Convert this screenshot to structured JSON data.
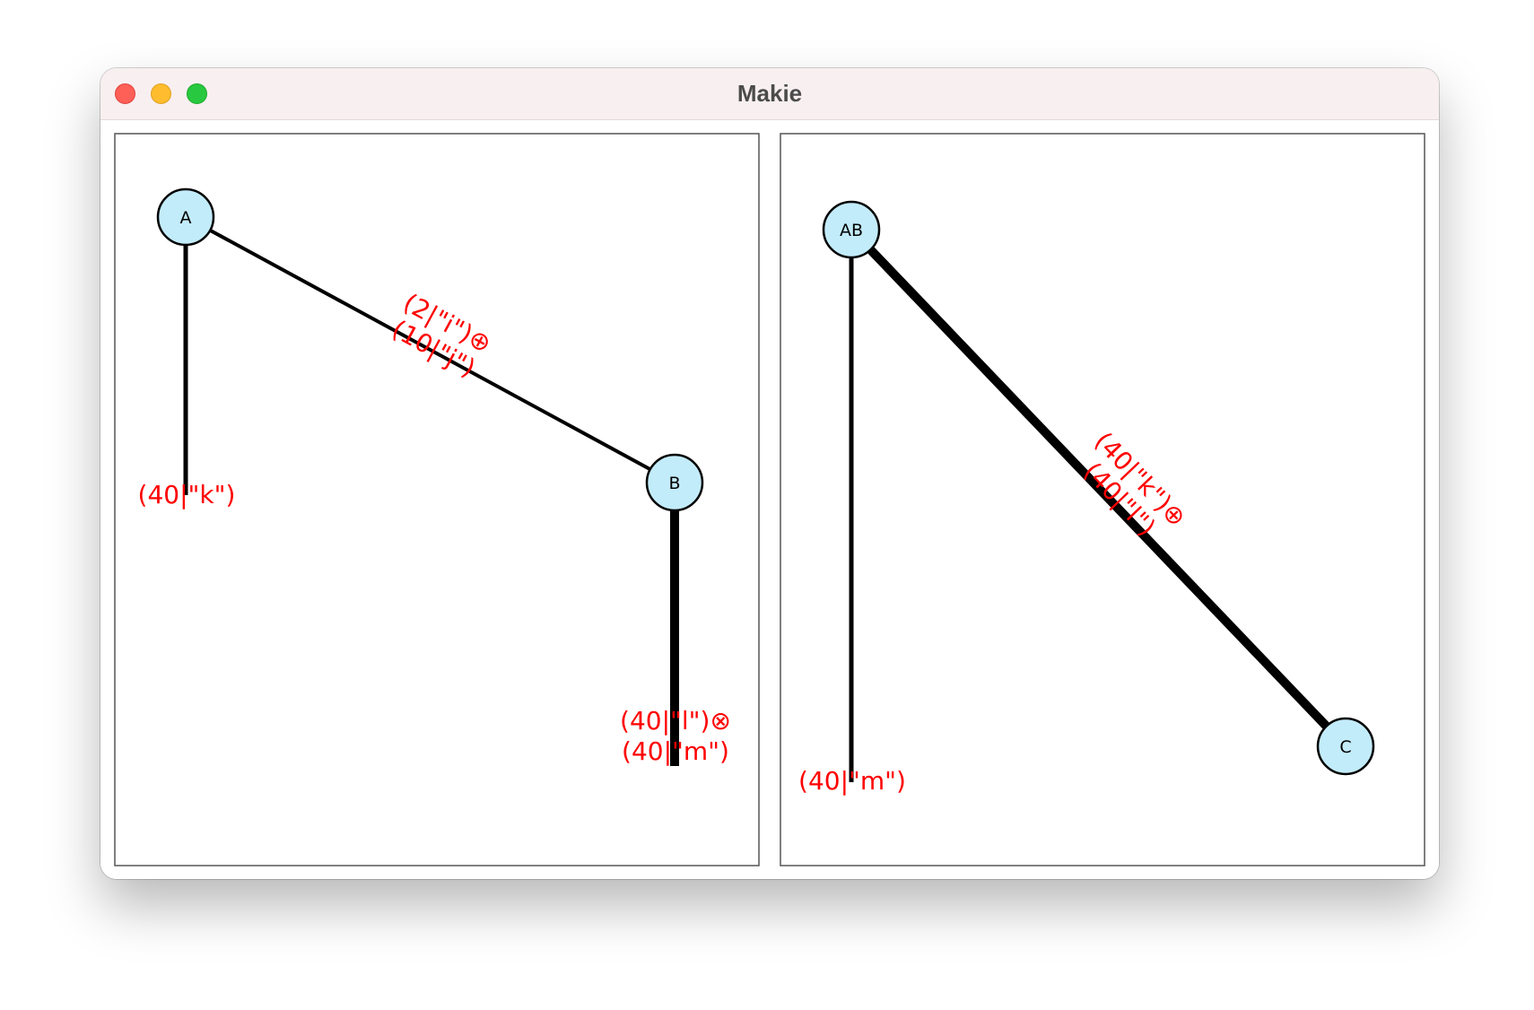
{
  "window": {
    "title": "Makie"
  },
  "colors": {
    "titlebar": "#f8eff0",
    "node_fill": "#c3ecfb",
    "edge": "#000000",
    "label": "#ff0000",
    "close": "#fe5f57",
    "minimize": "#febc2e",
    "maximize": "#28c840"
  },
  "left_panel": {
    "nodes": {
      "a": "A",
      "b": "B"
    },
    "labels": {
      "edge_ab_line1": "(2|\"i\")⊕",
      "edge_ab_line2": "(10|\"j\")",
      "open_a": "(40|\"k\")",
      "open_b_line1": "(40|\"l\")⊗",
      "open_b_line2": "(40|\"m\")"
    }
  },
  "right_panel": {
    "nodes": {
      "ab": "AB",
      "c": "C"
    },
    "labels": {
      "edge_abc_line1": "(40|\"k\")⊕",
      "edge_abc_line2": "(40|\"l\")",
      "open_ab": "(40|\"m\")"
    }
  }
}
